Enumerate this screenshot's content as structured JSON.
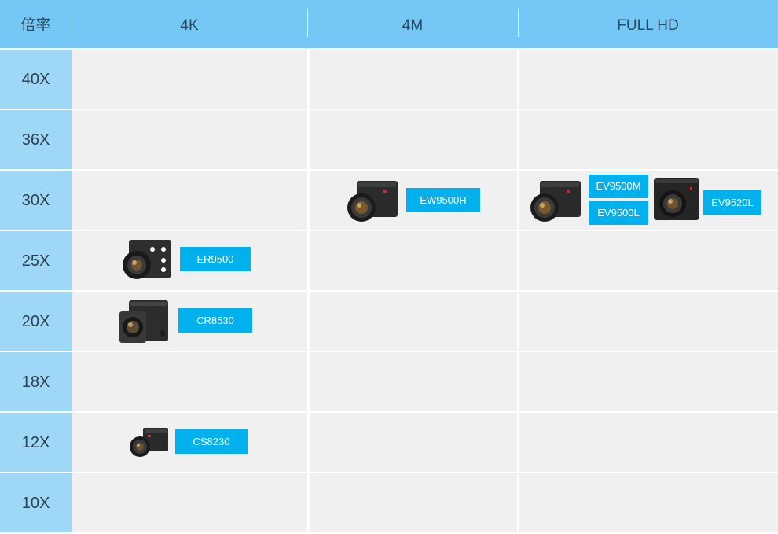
{
  "header": {
    "zoom_label": "倍率",
    "columns": [
      "4K",
      "4M",
      "FULL HD"
    ]
  },
  "rows": [
    "40X",
    "36X",
    "30X",
    "25X",
    "20X",
    "18X",
    "12X",
    "10X"
  ],
  "products": {
    "ew9500h": "EW9500H",
    "ev9500m": "EV9500M",
    "ev9500l": "EV9500L",
    "ev9520l": "EV9520L",
    "er9500": "ER9500",
    "cr8530": "CR8530",
    "cs8230": "CS8230"
  },
  "colors": {
    "header_bg": "#75c8f6",
    "row_label_bg": "#9fd8f7",
    "cell_bg": "#f0f0f0",
    "tag_bg": "#00b1ee"
  },
  "icons": [
    "camera-icon"
  ]
}
